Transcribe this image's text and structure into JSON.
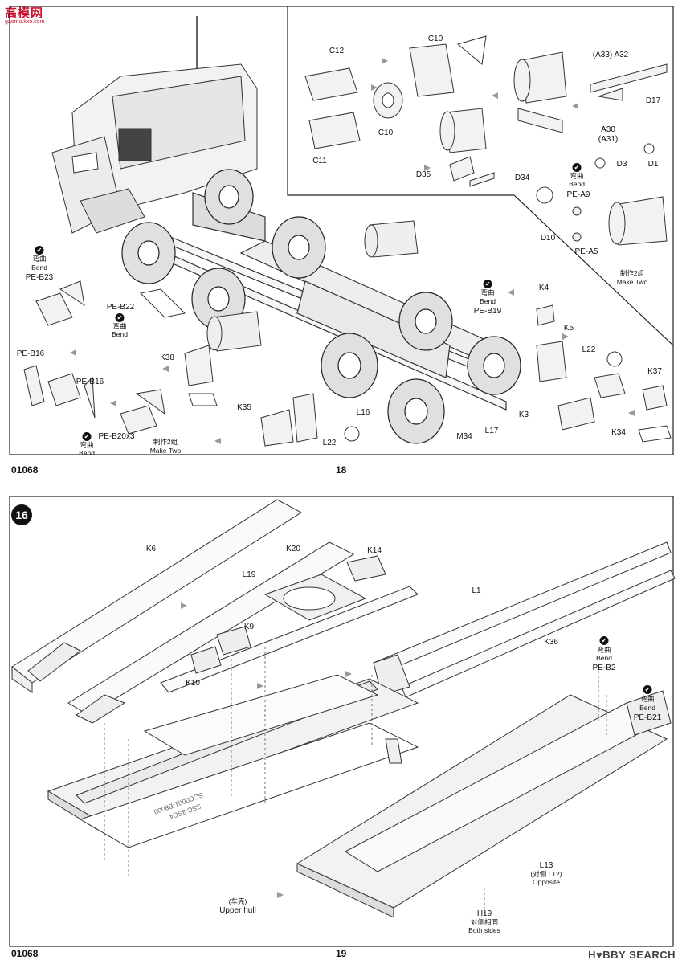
{
  "site": {
    "logo": "高模网",
    "logo_sub": "gaomo.kxo.com"
  },
  "page_top": {
    "code": "01068",
    "number": "18",
    "labels": {
      "c12": "C12",
      "c10a": "C10",
      "c10b": "C10",
      "c11": "C11",
      "a33a32": "(A33) A32",
      "d17": "D17",
      "a30": "A30",
      "a31": "(A31)",
      "d35": "D35",
      "d34": "D34",
      "d3": "D3",
      "d1": "D1",
      "bend_pe_a9_cn": "弯曲",
      "bend_pe_a9": "Bend",
      "pe_a9": "PE-A9",
      "d10": "D10",
      "pe_a5": "PE-A5",
      "make_two_tr_cn": "制作2组",
      "make_two_tr": "Make Two",
      "bend_b23_cn": "弯曲",
      "bend_b23": "Bend",
      "pe_b23": "PE-B23",
      "pe_b22": "PE-B22",
      "bend_b22_cn": "弯曲",
      "bend_b22": "Bend",
      "bend_b19_cn": "弯曲",
      "bend_b19": "Bend",
      "pe_b19": "PE-B19",
      "k4": "K4",
      "k5": "K5",
      "l22a": "L22",
      "k37": "K37",
      "k38": "K38",
      "pe_b16a": "PE-B16",
      "pe_b16b": "PE-B16",
      "k35": "K35",
      "pe_b20": "PE-B20x3",
      "bend_b20_cn": "弯曲",
      "bend_b20": "Bend",
      "make_two_bl_cn": "制作2组",
      "make_two_bl": "Make Two",
      "l22b": "L22",
      "l16": "L16",
      "m34": "M34",
      "l17": "L17",
      "k3": "K3",
      "k34": "K34"
    }
  },
  "page_bottom": {
    "code": "01068",
    "number": "19",
    "step": "16",
    "labels": {
      "k6": "K6",
      "l19": "L19",
      "k20": "K20",
      "k14": "K14",
      "k9": "K9",
      "k10": "K10",
      "l1": "L1",
      "k36": "K36",
      "bend_b2_cn": "弯曲",
      "bend_b2": "Bend",
      "pe_b2": "PE-B2",
      "bend_b21_cn": "弯曲",
      "bend_b21": "Bend",
      "pe_b21": "PE-B21",
      "upper_hull_cn": "(车壳)",
      "upper_hull": "Upper hull",
      "l13": "L13",
      "l13_cn": "(对侧 L12)",
      "opposite": "Opposite",
      "h19": "H19",
      "h19_cn": "对侧相同",
      "both_sides": "Both sides",
      "hull_text1": "SCC0001-B8000",
      "hull_text2": "SSC 3SC4"
    }
  },
  "watermark": "H♥BBY SEARCH"
}
